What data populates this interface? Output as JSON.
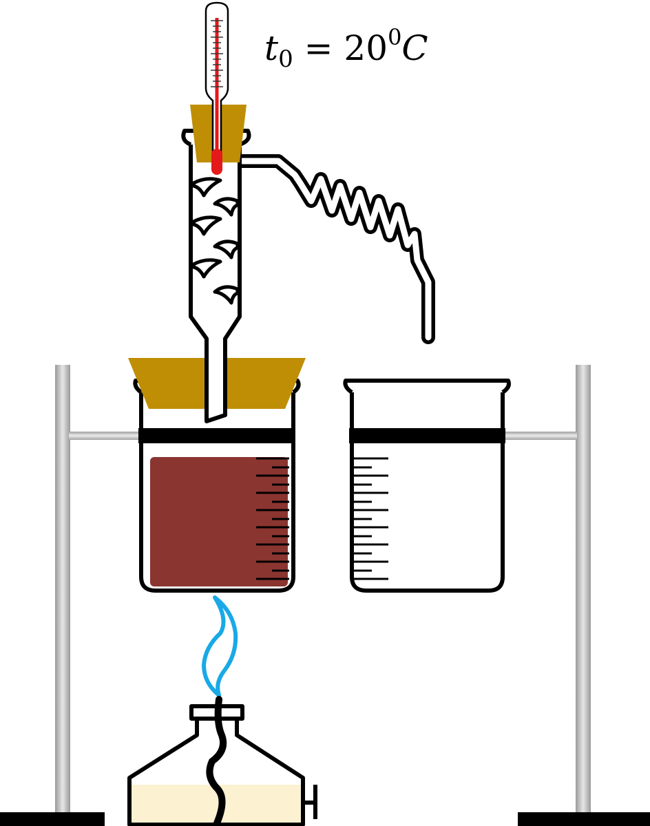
{
  "label": {
    "var": "t",
    "sub": "0",
    "eq": "= 20",
    "deg": "0",
    "unit": "C"
  },
  "colors": {
    "cork": "#BF8E05",
    "liquid_hot": "#8B3531",
    "fuel": "#FCF1D1",
    "flame": "#19A9E7",
    "mercury": "#E4191A",
    "stand": "#B9B9B9"
  }
}
